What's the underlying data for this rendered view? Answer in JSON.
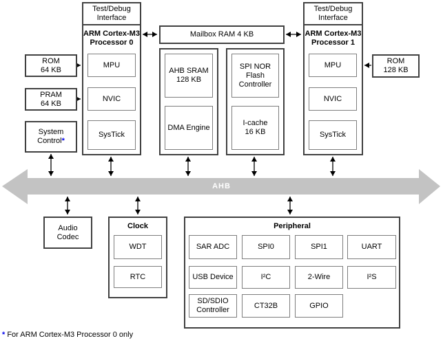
{
  "colors": {
    "bus_fill": "#c3c3c3",
    "outer_border": "#404040",
    "inner_border": "#7d7d7d",
    "footnote_marker": "#0000ee",
    "bus_text": "#ffffff"
  },
  "bus": {
    "label": "AHB"
  },
  "left_column": {
    "rom": "ROM\n64 KB",
    "pram": "PRAM\n64 KB",
    "system_control": {
      "label": "System\nControl",
      "marker": "*"
    }
  },
  "processor0": {
    "debug_interface": "Test/Debug\nInterface",
    "title": "ARM Cortex-M3\nProcessor 0",
    "mpu": "MPU",
    "nvic": "NVIC",
    "systick": "SysTick"
  },
  "processor1": {
    "debug_interface": "Test/Debug\nInterface",
    "title": "ARM Cortex-M3\nProcessor 1",
    "mpu": "MPU",
    "nvic": "NVIC",
    "systick": "SysTick",
    "rom": "ROM\n128 KB"
  },
  "memory": {
    "mailbox": "Mailbox RAM 4 KB",
    "ahb_sram": "AHB SRAM\n128 KB",
    "dma": "DMA Engine",
    "spi_nor": "SPI NOR\nFlash\nController",
    "icache": "I-cache\n16 KB"
  },
  "bottom": {
    "audio_codec": "Audio\nCodec",
    "clock": {
      "title": "Clock",
      "wdt": "WDT",
      "rtc": "RTC"
    },
    "peripheral": {
      "title": "Peripheral",
      "cells": [
        [
          "SAR ADC",
          "SPI0",
          "SPI1",
          "UART"
        ],
        [
          "USB Device",
          "I²C",
          "2-Wire",
          "I²S"
        ],
        [
          "SD/SDIO\nController",
          "CT32B",
          "GPIO"
        ]
      ]
    }
  },
  "footnote": {
    "marker": "*",
    "text": " For ARM Cortex-M3 Processor 0 only"
  }
}
